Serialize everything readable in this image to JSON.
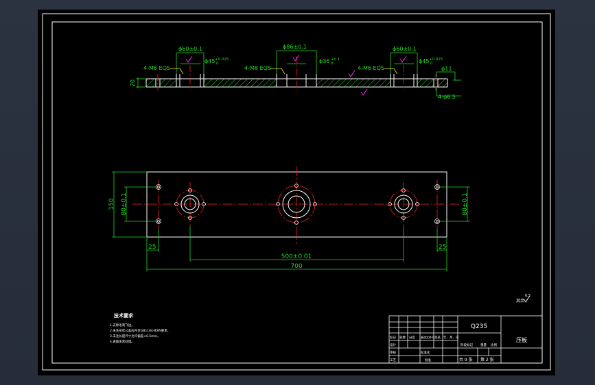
{
  "colors": {
    "background": "#000000",
    "frame": "#ffffff",
    "part_outline": "#ffffff",
    "centerline": "#ff2020",
    "dimension": "#22dd22",
    "hatch": "#22dd22",
    "leader": "#ffee00",
    "symbol": "#ff33ff"
  },
  "side_view": {
    "thickness_label": "20",
    "callouts": {
      "left_cbore_dia": "ϕ60±0.1",
      "left_hole_dia": "ϕ45",
      "left_hole_tol": "+0.025",
      "left_hole_tol_low": "0",
      "left_thread": "4-M6 EQS",
      "center_cbore_dia": "ϕ86±0.1",
      "center_hole_dia": "ϕ36",
      "center_hole_tol": "+0.1",
      "center_hole_tol_low": "0",
      "center_thread": "4-M8 EQS",
      "right_cbore_dia": "ϕ60±0.1",
      "right_hole_dia": "ϕ45",
      "right_hole_tol": "+0.025",
      "right_hole_tol_low": "0",
      "right_thread": "4-M6 EQS",
      "right_side_cbore": "ϕ11",
      "right_side_hole": "4-ϕ6.5"
    }
  },
  "top_view": {
    "height_dim": "150",
    "left_pitch_dim": "80±0.1",
    "right_pitch_dim": "80±0.1",
    "left_edge_dim": "25",
    "right_edge_dim": "25",
    "hole_spacing_dim": "500±0.01",
    "length_dim": "700"
  },
  "roughness_note": "其余",
  "roughness_value": "6.3",
  "tech_requirements": {
    "title": "技术要求",
    "items": [
      "1.去除毛刺飞边。",
      "2.未注形状公差应符合GB1184-80的要求。",
      "3.未注长度尺寸允许偏差±0.5mm。",
      "4.表面发黑处理。"
    ]
  },
  "title_block": {
    "material": "Q235",
    "part_name": "压板",
    "labels": [
      "标记",
      "处数",
      "分区",
      "更改文件号",
      "签名",
      "年、月、日"
    ],
    "stage_label": "阶段标记",
    "weight_label": "重量",
    "scale_label": "比例",
    "sheet_total": "共 9 张",
    "sheet_no": "第 2 张",
    "designer": "设计",
    "checker": "审核",
    "process": "工艺",
    "standard": "标准化",
    "approve": "批准"
  }
}
